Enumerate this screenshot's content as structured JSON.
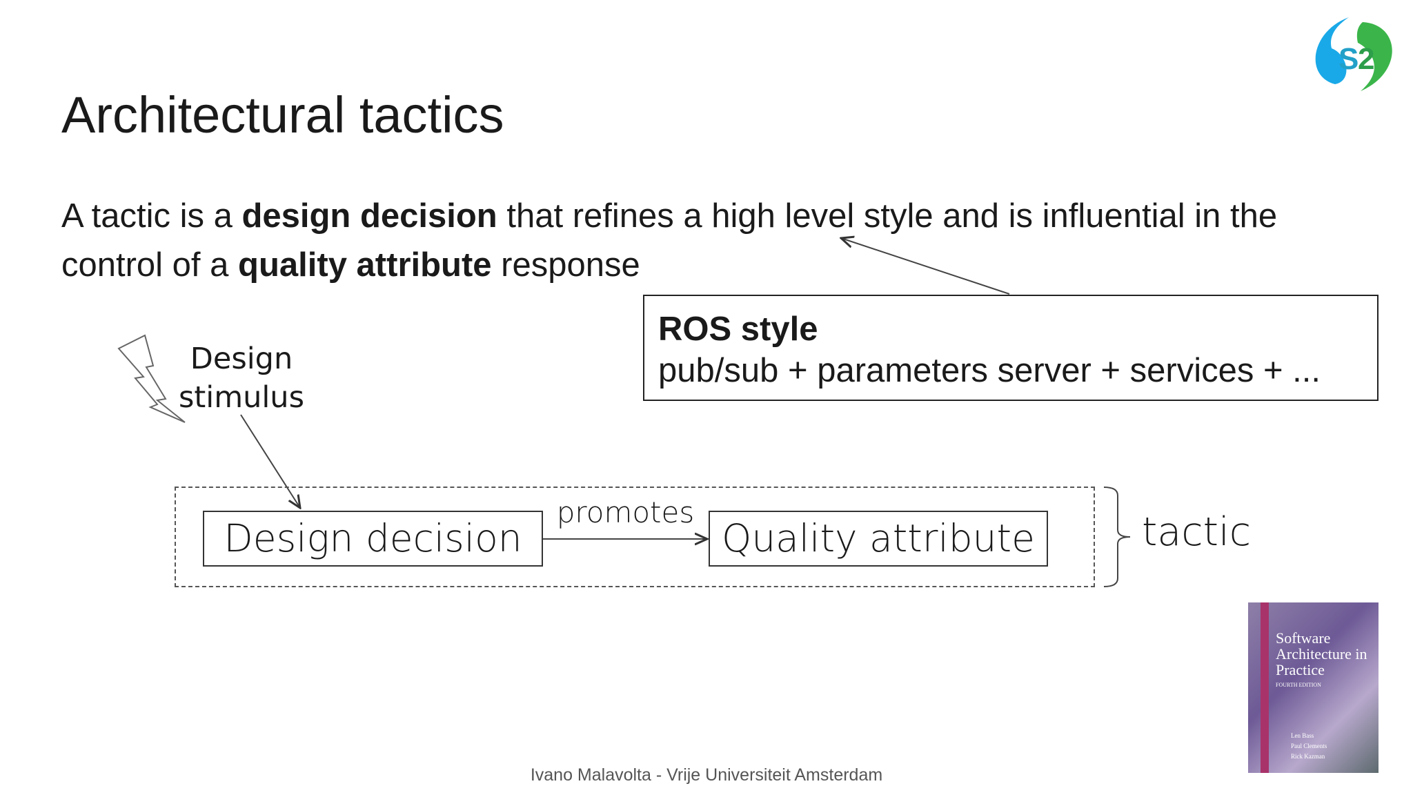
{
  "slide": {
    "title": "Architectural tactics",
    "body": {
      "p1": "A tactic is a ",
      "b1": "design decision",
      "p2": " that refines a high level style and is influential in the control of a ",
      "b2": "quality attribute",
      "p3": " response"
    },
    "ros_box": {
      "title": "ROS style",
      "subtitle": "pub/sub + parameters server + services + ..."
    },
    "diagram": {
      "stimulus_line1": "Design",
      "stimulus_line2": "stimulus",
      "decision": "Design decision",
      "relation": "promotes",
      "quality": "Quality attribute",
      "group_label": "tactic"
    },
    "book": {
      "title": "Software Architecture in Practice",
      "edition": "FOURTH EDITION",
      "authors": [
        "Len Bass",
        "Paul Clements",
        "Rick Kazman"
      ]
    },
    "logo_text": "S2",
    "footer": "Ivano Malavolta - Vrije Universiteit Amsterdam"
  },
  "colors": {
    "logo_blue": "#1aa9e8",
    "logo_green": "#3bb54a"
  }
}
